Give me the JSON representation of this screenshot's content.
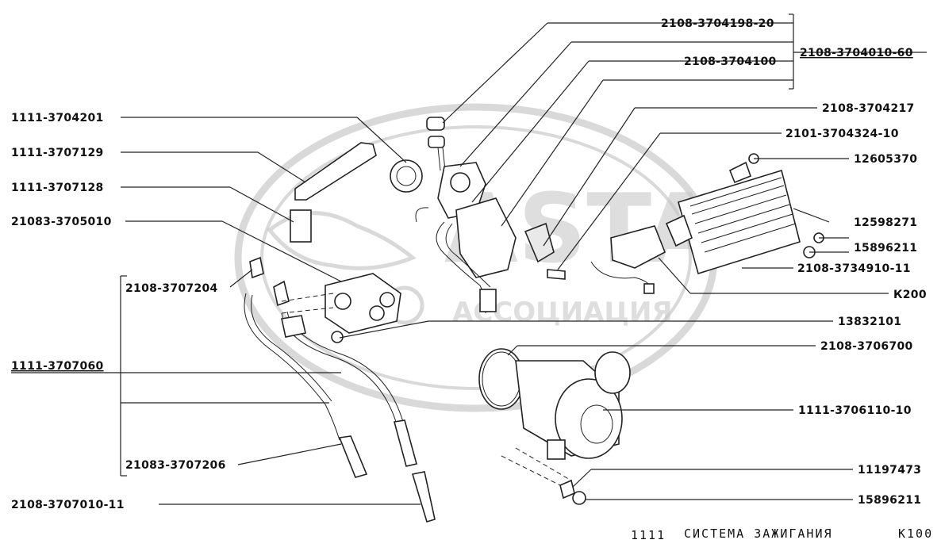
{
  "watermark": {
    "big_text": "ASTA",
    "sub_text": "АССОЦИАЦИЯ"
  },
  "footer": {
    "model": "1111",
    "title": "СИСТЕМА ЗАЖИГАНИЯ",
    "code": "К100"
  },
  "labels": {
    "p1": "2108-3704198-20",
    "p2": "2108-3704010-60",
    "p3": "2108-3704100",
    "p4": "2108-3704217",
    "p5": "1111-3704201",
    "p6": "2101-3704324-10",
    "p7": "1111-3707129",
    "p8": "12605370",
    "p9": "1111-3707128",
    "p10": "21083-3705010",
    "p11": "12598271",
    "p12": "15896211",
    "p13": "2108-3734910-11",
    "p14": "2108-3707204",
    "p15": "К200",
    "p16": "13832101",
    "p17": "2108-3706700",
    "p18": "1111-3707060",
    "p19": "1111-3706110-10",
    "p20": "21083-3707206",
    "p21": "11197473",
    "p22": "2108-3707010-11",
    "p23": "15896211"
  }
}
